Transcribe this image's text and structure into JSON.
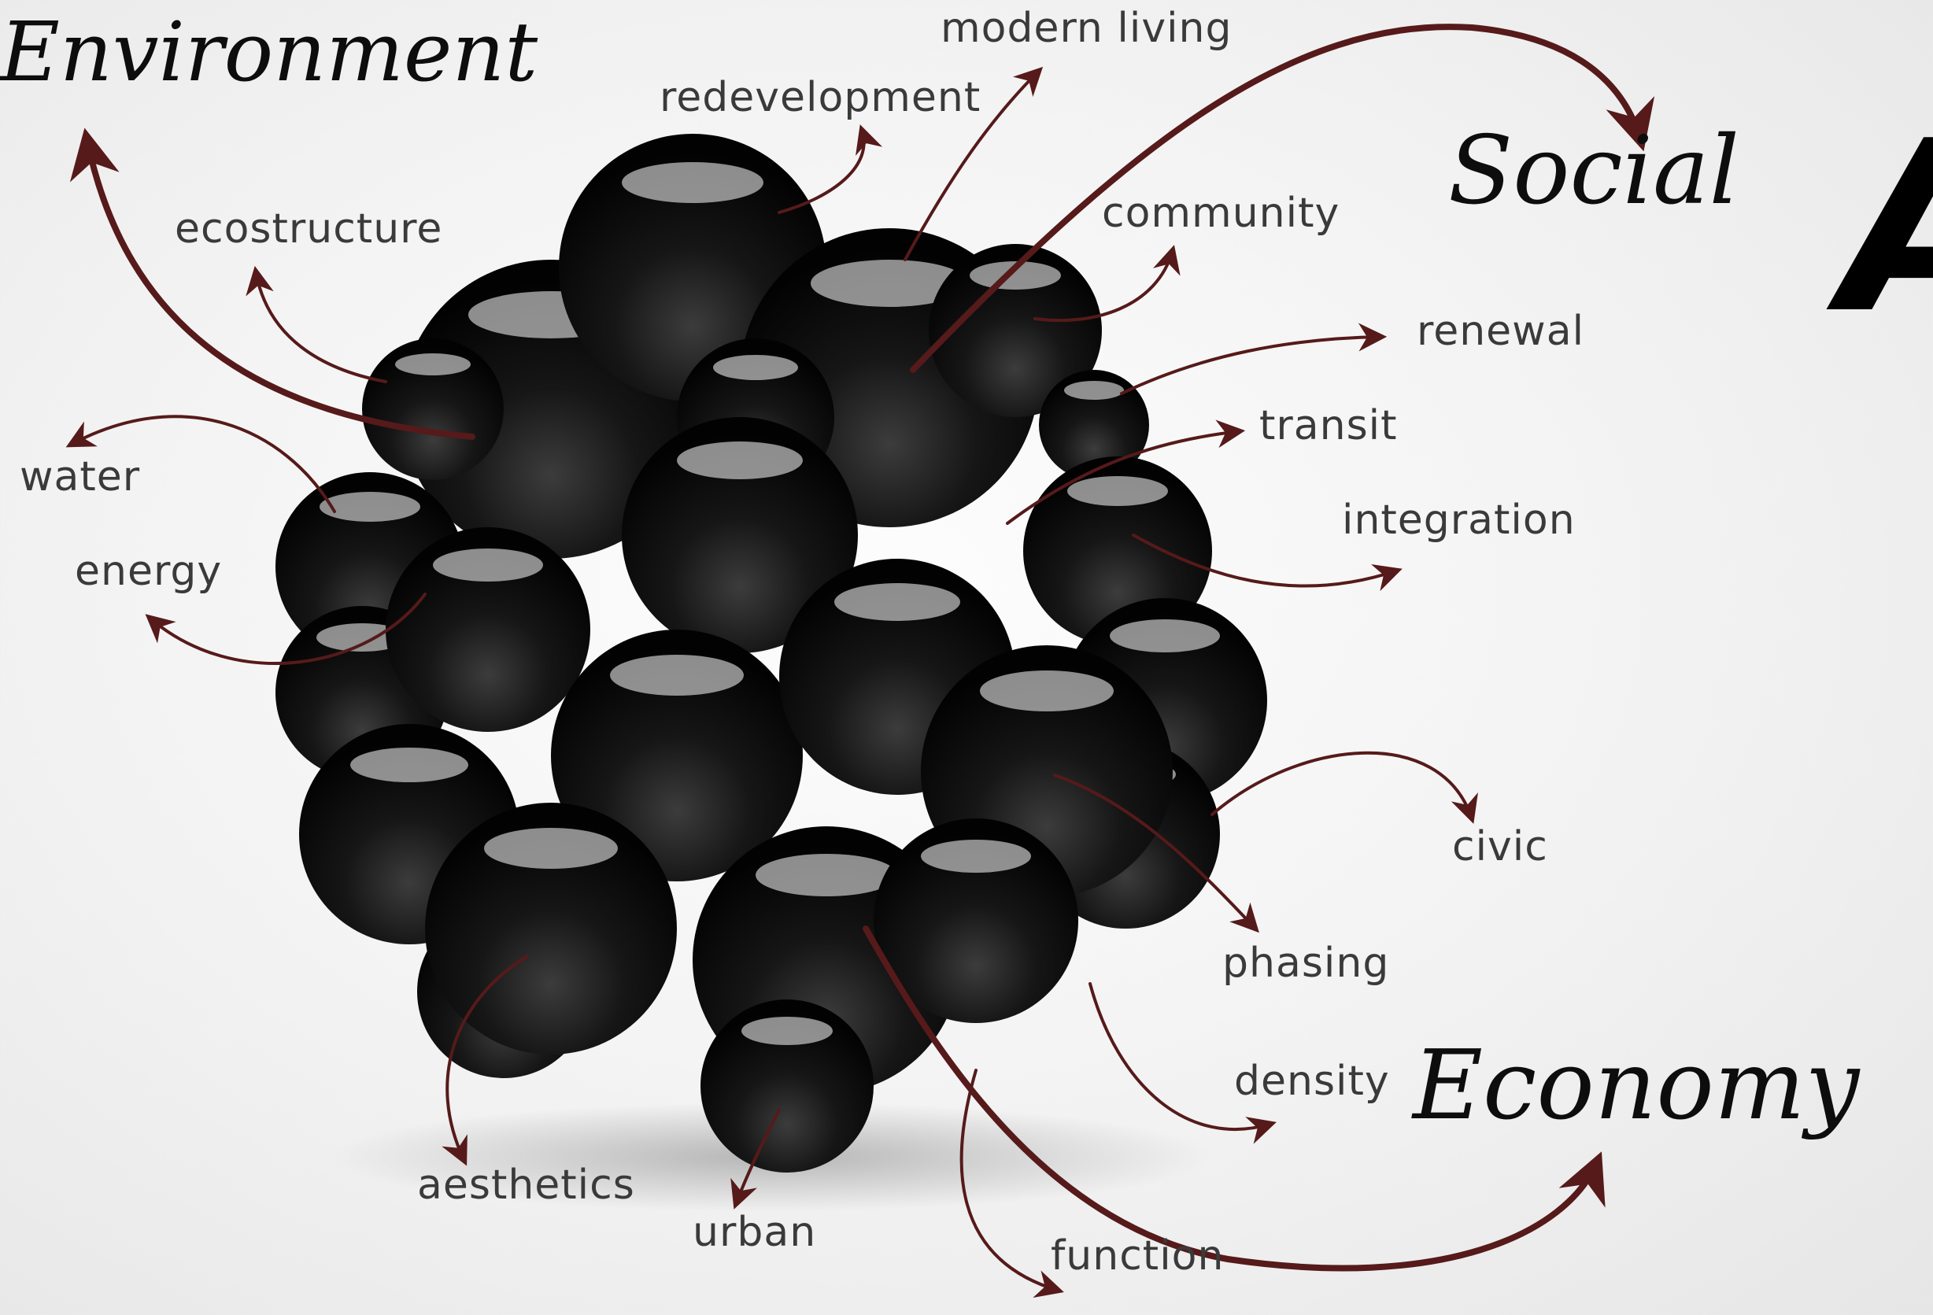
{
  "categories": {
    "environment": "Environment",
    "social": "Social",
    "economy": "Economy",
    "partial_letter": "A"
  },
  "labels": {
    "modern_living": "modern living",
    "redevelopment": "redevelopment",
    "ecostructure": "ecostructure",
    "community": "community",
    "renewal": "renewal",
    "transit": "transit",
    "integration": "integration",
    "water": "water",
    "energy": "energy",
    "civic": "civic",
    "phasing": "phasing",
    "density": "density",
    "aesthetics": "aesthetics",
    "urban": "urban",
    "function": "function"
  },
  "colors": {
    "arrow": "#561a1a",
    "sphere_dark": "#050505",
    "sphere_mid": "#2a2a2a",
    "label_text": "#3a3a3a",
    "category_text": "#0d0d0d",
    "background": "#f2f2f2"
  }
}
